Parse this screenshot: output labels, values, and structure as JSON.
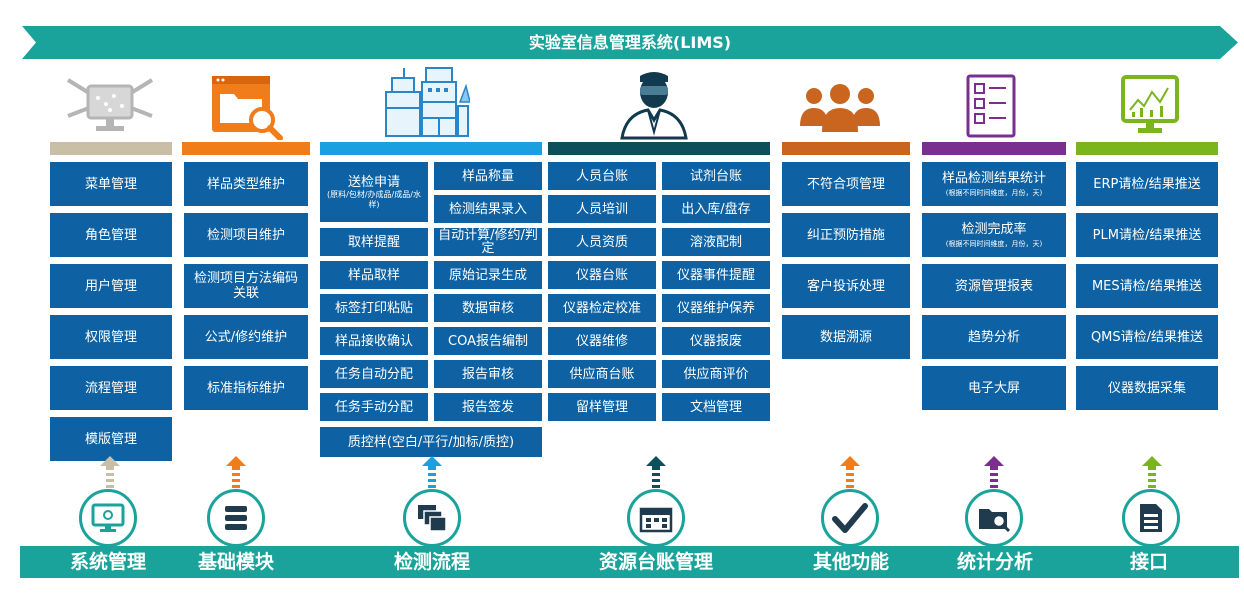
{
  "banner": {
    "title": "实验室信息管理系统(LIMS)"
  },
  "categories": [
    "系统管理",
    "基础模块",
    "检测流程",
    "资源台账管理",
    "其他功能",
    "统计分析",
    "接口"
  ],
  "col1": {
    "items": [
      "菜单管理",
      "角色管理",
      "用户管理",
      "权限管理",
      "流程管理",
      "模版管理"
    ]
  },
  "col2": {
    "items": [
      "样品类型维护",
      "检测项目维护",
      "检测项目方法编码关联",
      "公式/修约维护",
      "标准指标维护"
    ]
  },
  "col3": {
    "send_main": "送检申请",
    "send_sub": "(原料/包材/办成品/成品/水样)",
    "left": [
      "取样提醒",
      "样品取样",
      "标签打印粘贴",
      "样品接收确认",
      "任务自动分配",
      "任务手动分配"
    ],
    "right": [
      "样品称量",
      "检测结果录入",
      "自动计算/修约/判定",
      "原始记录生成",
      "数据审核",
      "COA报告编制",
      "报告审核",
      "报告签发"
    ],
    "bottom": "质控样(空白/平行/加标/质控)"
  },
  "col4": {
    "left": [
      "人员台账",
      "人员培训",
      "人员资质",
      "仪器台账",
      "仪器检定校准",
      "仪器维修",
      "供应商台账",
      "留样管理"
    ],
    "right": [
      "试剂台账",
      "出入库/盘存",
      "溶液配制",
      "仪器事件提醒",
      "仪器维护保养",
      "仪器报废",
      "供应商评价",
      "文档管理"
    ]
  },
  "col5": {
    "items": [
      "不符合项管理",
      "纠正预防措施",
      "客户投诉处理",
      "数据溯源"
    ]
  },
  "col6": {
    "stat_main": "样品检测结果统计",
    "stat_sub": "(根据不同时间维度，月份，天)",
    "rate_main": "检测完成率",
    "rate_sub": "(根据不同时间维度，月份，天)",
    "items": [
      "资源管理报表",
      "趋势分析",
      "电子大屏"
    ]
  },
  "col7": {
    "items": [
      "ERP请检/结果推送",
      "PLM请检/结果推送",
      "MES请检/结果推送",
      "QMS请检/结果推送",
      "仪器数据采集"
    ]
  },
  "colors": {
    "teal": "#1aa39a",
    "box": "#0e62a3",
    "bar1": "#c9bfa6",
    "bar2": "#f07c1a",
    "bar3": "#1a9fe0",
    "bar4": "#0e4f5c",
    "bar5": "#c9651e",
    "bar6": "#7a2e8f",
    "bar7": "#7ab51d"
  }
}
